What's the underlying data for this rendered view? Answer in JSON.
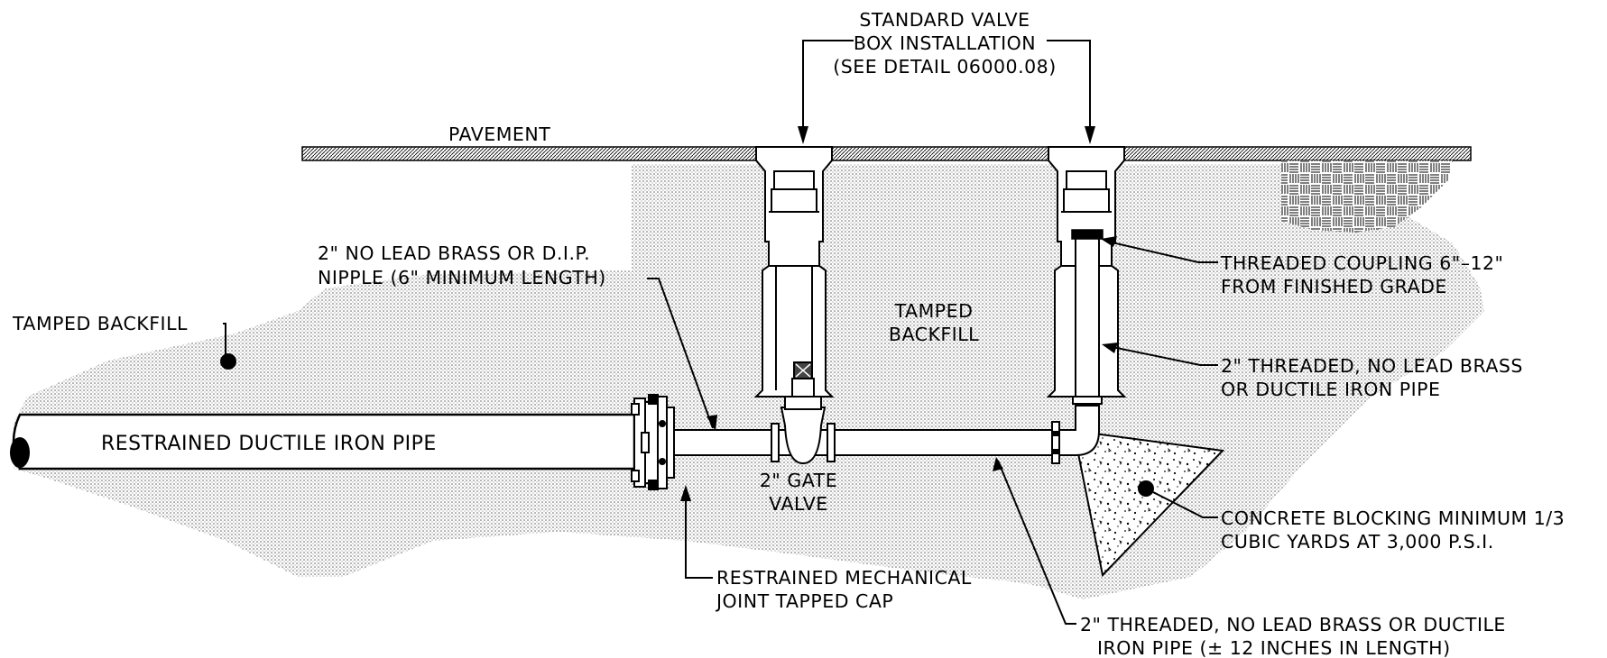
{
  "labels": {
    "standard_valve_box_1": "STANDARD VALVE",
    "standard_valve_box_2": "BOX INSTALLATION",
    "standard_valve_box_3": "(SEE DETAIL 06000.08)",
    "pavement": "PAVEMENT",
    "nipple_1": "2\" NO LEAD BRASS OR D.I.P.",
    "nipple_2": "NIPPLE (6\" MINIMUM LENGTH)",
    "tamped_backfill_left": "TAMPED BACKFILL",
    "tamped_backfill_center_1": "TAMPED",
    "tamped_backfill_center_2": "BACKFILL",
    "restrained_pipe": "RESTRAINED DUCTILE IRON PIPE",
    "gate_valve_1": "2\" GATE",
    "gate_valve_2": "VALVE",
    "mj_cap_1": "RESTRAINED MECHANICAL",
    "mj_cap_2": "JOINT TAPPED CAP",
    "coupling_1": "THREADED COUPLING 6\"–12\"",
    "coupling_2": "FROM FINISHED GRADE",
    "riser_1": "2\" THREADED, NO LEAD BRASS",
    "riser_2": "OR DUCTILE IRON PIPE",
    "blocking_1": "CONCRETE BLOCKING MINIMUM 1/3",
    "blocking_2": "CUBIC YARDS AT 3,000 P.S.I.",
    "horiz_pipe_1": "2\" THREADED, NO LEAD BRASS OR DUCTILE",
    "horiz_pipe_2": "IRON PIPE (± 12 INCHES IN LENGTH)"
  },
  "colors": {
    "line": "#000000",
    "fill_soil": "#9a9a9a",
    "background": "#ffffff"
  }
}
